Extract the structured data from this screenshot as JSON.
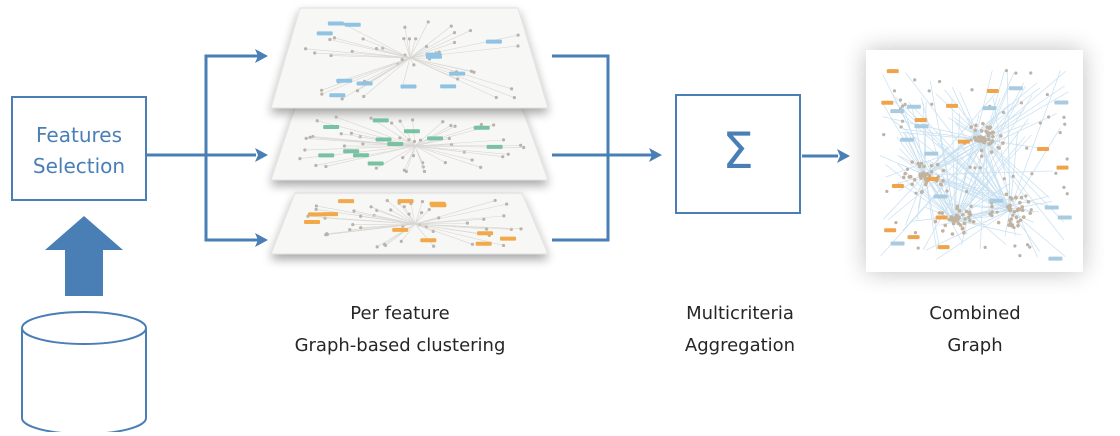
{
  "features_box": {
    "line1": "Features",
    "line2": "Selection"
  },
  "layers": [
    {
      "name": "top",
      "accent": "#8fc3e3"
    },
    {
      "name": "middle",
      "accent": "#79c1a3"
    },
    {
      "name": "bottom",
      "accent": "#f2a94a"
    }
  ],
  "aggregation_box": {
    "symbol": "Σ"
  },
  "captions": {
    "clustering": {
      "line1": "Per feature",
      "line2": "Graph-based clustering"
    },
    "aggregation": {
      "line1": "Multicriteria",
      "line2": "Aggregation"
    },
    "combined": {
      "line1": "Combined",
      "line2": "Graph"
    }
  },
  "colors": {
    "stroke": "#4a7fb6",
    "arrow_fill": "#4a7fb6",
    "node_gray": "#b9b3ab",
    "edge_blue": "#c7e0f1",
    "orange": "#f0a34a"
  }
}
